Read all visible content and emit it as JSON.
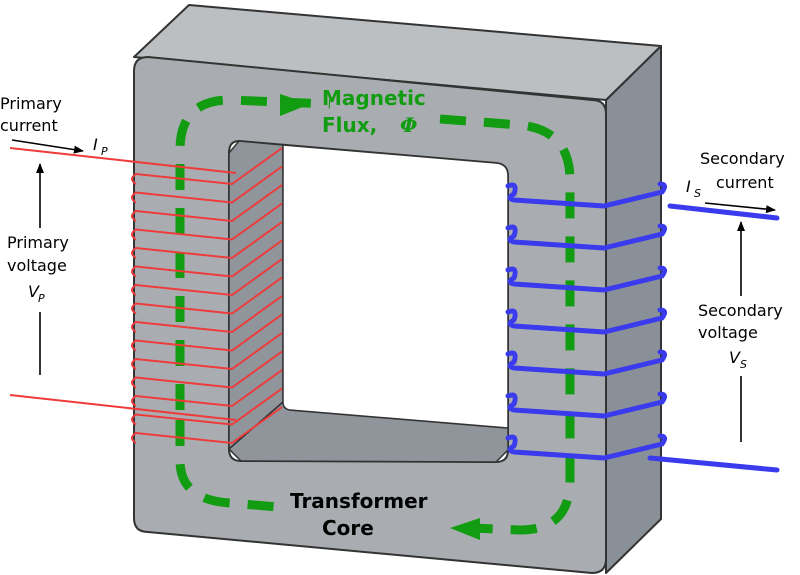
{
  "labels": {
    "primary_current": [
      "Primary",
      "current"
    ],
    "primary_current_symbol": "I",
    "primary_current_sub": "P",
    "primary_voltage": [
      "Primary",
      "voltage"
    ],
    "primary_voltage_symbol": "V",
    "primary_voltage_sub": "P",
    "secondary_current": [
      "Secondary",
      "current"
    ],
    "secondary_current_symbol": "I",
    "secondary_current_sub": "S",
    "secondary_voltage": [
      "Secondary",
      "voltage"
    ],
    "secondary_voltage_symbol": "V",
    "secondary_voltage_sub": "S",
    "magnetic_flux": [
      "Magnetic",
      "Flux,"
    ],
    "flux_symbol": "Φ",
    "core": [
      "Transformer",
      "Core"
    ]
  },
  "colors": {
    "core_front": "#a9adb1",
    "core_side": "#8a9097",
    "core_top": "#bcbfc2",
    "core_inner": "#8f959b",
    "primary_winding": "#ee3b3b",
    "secondary_winding": "#3b3bee",
    "flux": "#119c11"
  },
  "icons": [
    "arrow-right-icon",
    "arrow-up-icon"
  ]
}
